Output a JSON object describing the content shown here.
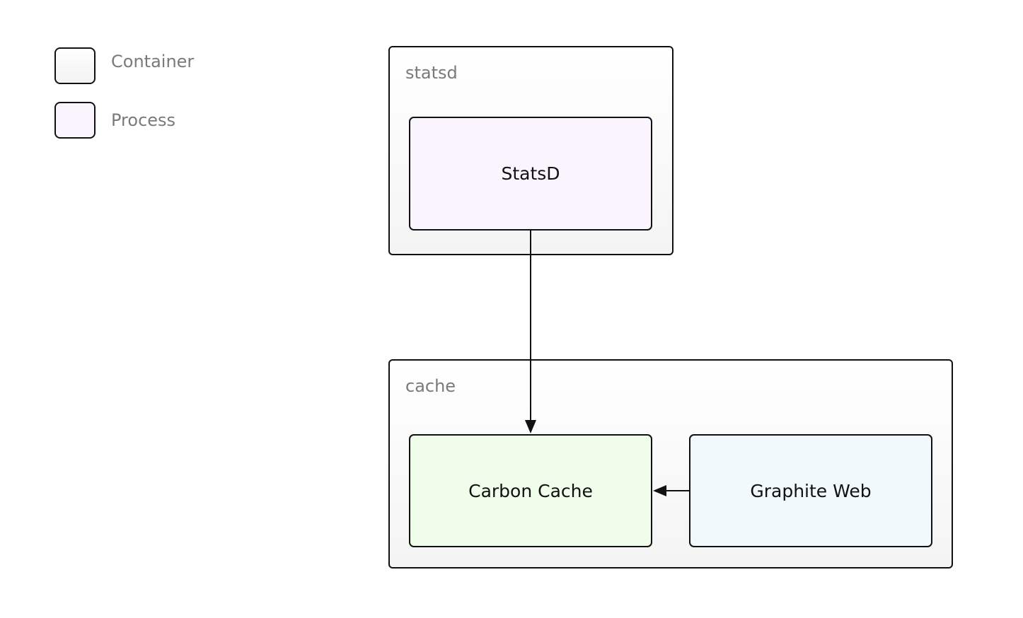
{
  "legend": [
    {
      "label": "Container",
      "color": "#f7f7f7"
    },
    {
      "label": "Process",
      "color": "#f9f4fe"
    }
  ],
  "containers": {
    "statsd": {
      "label": "statsd"
    },
    "cache": {
      "label": "cache"
    }
  },
  "nodes": {
    "statsd": {
      "label": "StatsD",
      "color": "#f9f4fe"
    },
    "carbon_cache": {
      "label": "Carbon Cache",
      "color": "#f0fdea"
    },
    "graphite_web": {
      "label": "Graphite Web",
      "color": "#f1f9fd"
    }
  },
  "edges": [
    {
      "from": "StatsD",
      "to": "Carbon Cache"
    },
    {
      "from": "Graphite Web",
      "to": "Carbon Cache"
    }
  ]
}
